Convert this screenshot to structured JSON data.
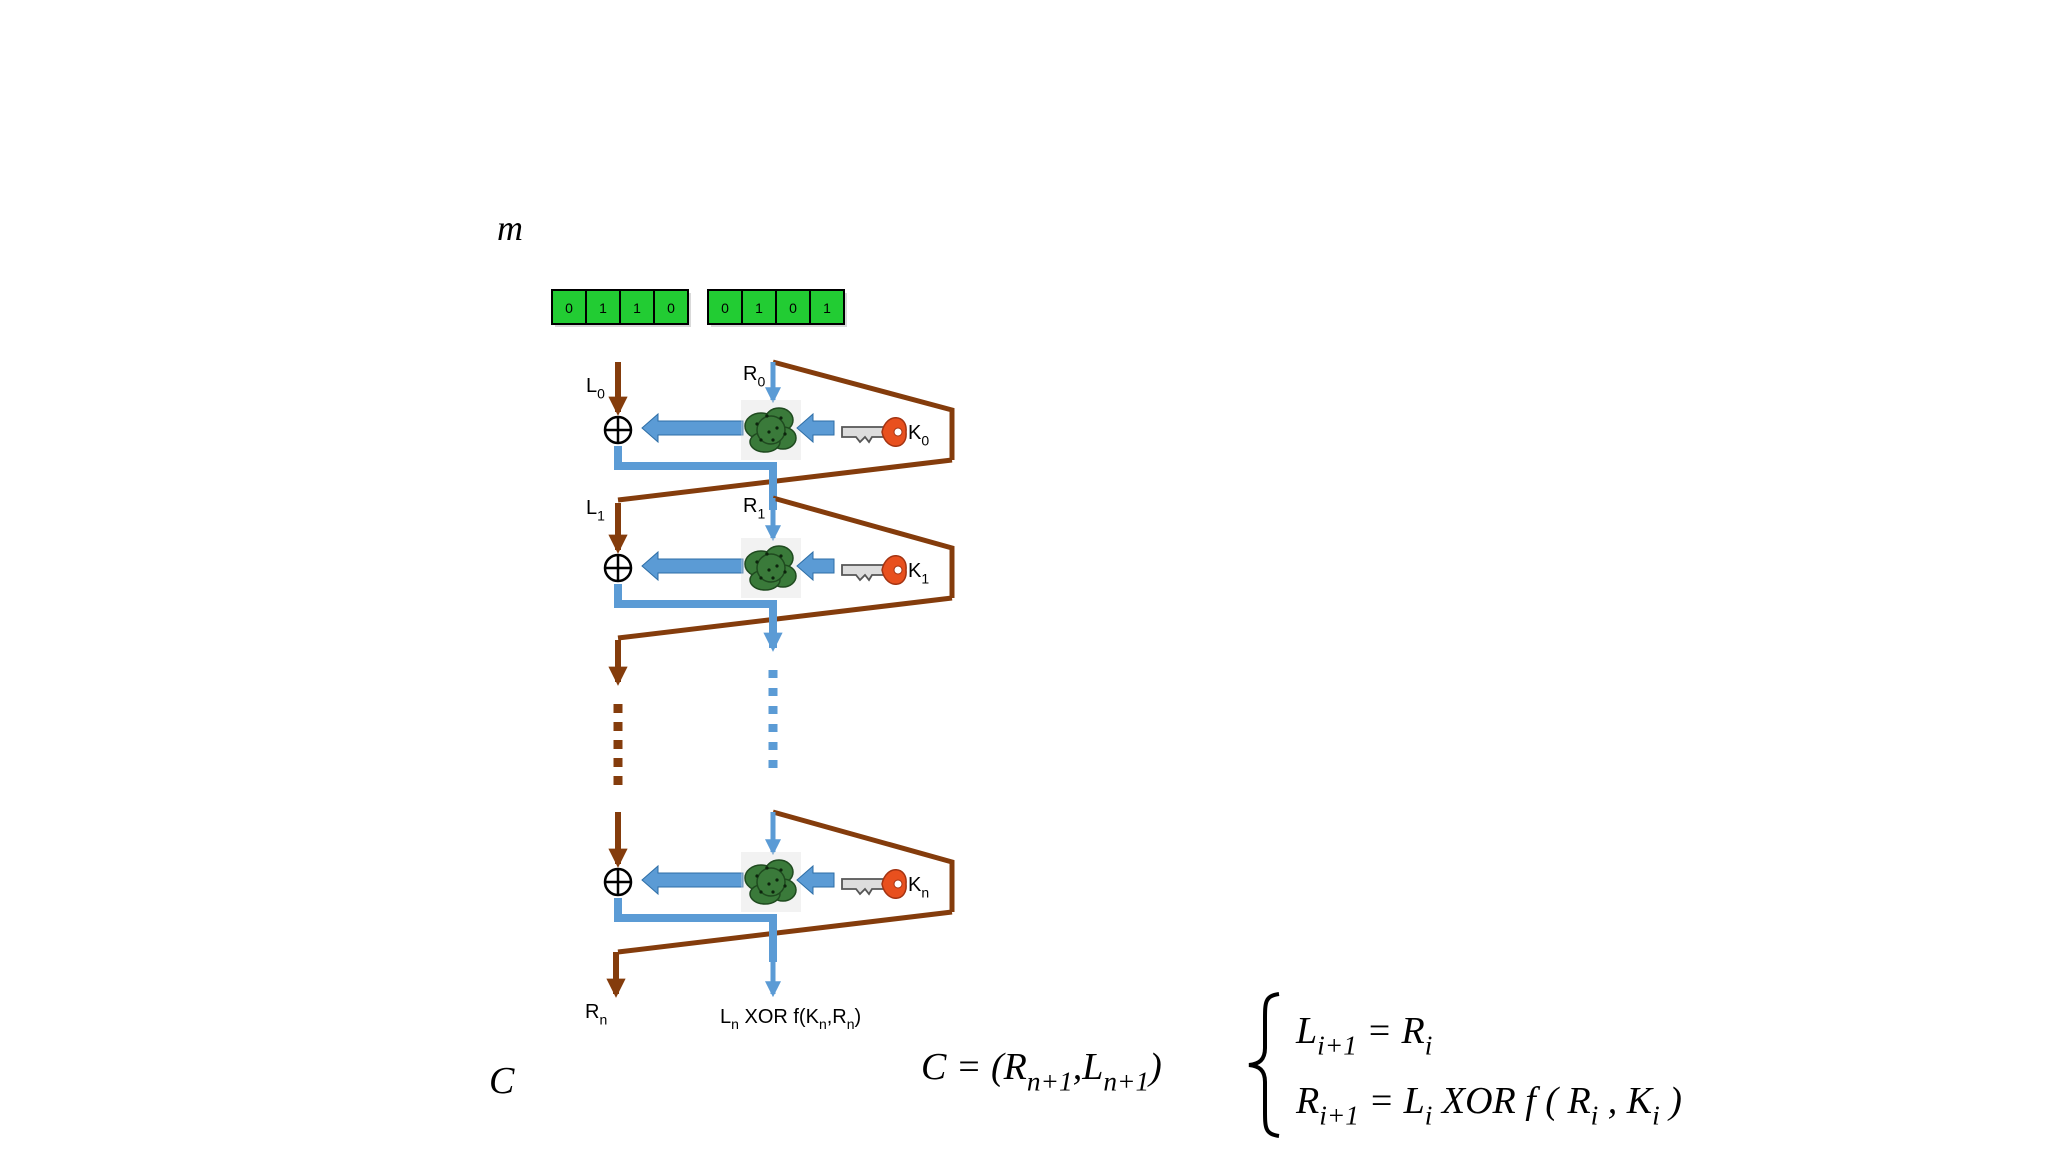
{
  "message_label": "m",
  "cipher_label": "C",
  "bits": {
    "left": [
      "0",
      "1",
      "1",
      "0"
    ],
    "right": [
      "0",
      "1",
      "0",
      "1"
    ]
  },
  "rounds": [
    {
      "l_label": "L0",
      "r_label": "R0",
      "key_label": "K0"
    },
    {
      "l_label": "L1",
      "r_label": "R1",
      "key_label": "K1"
    },
    {
      "l_label": "",
      "r_label": "",
      "key_label": "Kn"
    }
  ],
  "output": {
    "left_label": "Rn",
    "right_label": "Ln XOR f(Kn,Rn)"
  },
  "formulas": {
    "cipher": {
      "pre": "C = (R",
      "sub1": "n+1",
      "mid": ",L",
      "sub2": "n+1",
      "post": ")"
    },
    "eq1": {
      "a": "L",
      "a_sub": "i+1",
      "b": " = R",
      "b_sub": "i"
    },
    "eq2": {
      "a": "R",
      "a_sub": "i+1",
      "b": " = L",
      "b_sub": "i",
      "c": " XOR f ( R",
      "c_sub": "i",
      "d": " , K",
      "d_sub": "i",
      "e": " )"
    }
  },
  "colors": {
    "bit_fill": "#22cc33",
    "blue": "#5b9bd5",
    "brown": "#843c0c",
    "key": "#e8501e",
    "sbox": "#3a7a3a"
  },
  "icons": [
    "xor-icon",
    "sbox-icon",
    "key-icon"
  ]
}
